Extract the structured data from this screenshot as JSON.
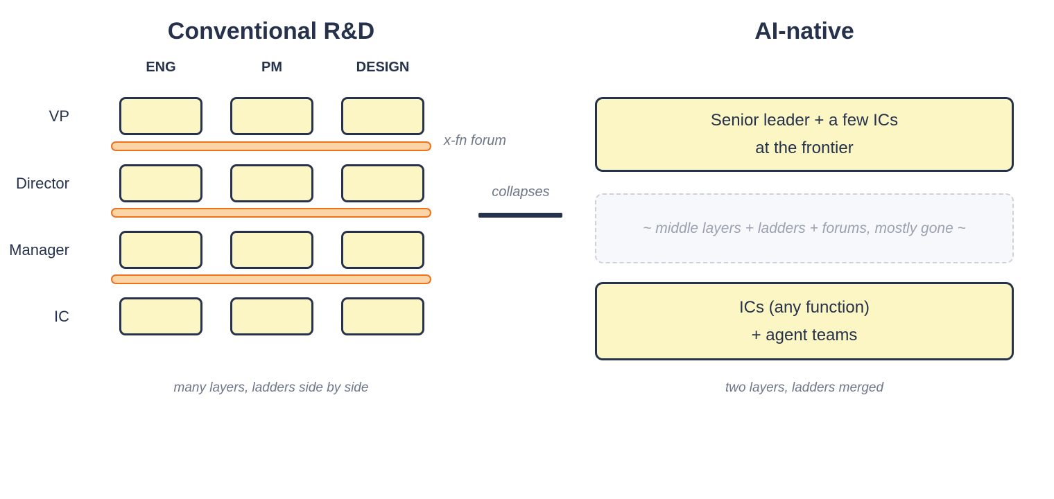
{
  "colors": {
    "navy": "#26324B",
    "box_yellow": "#FBF6C3",
    "forum_fill": "#FBD5A5",
    "forum_border": "#F2711C",
    "muted_text": "#6E7789",
    "ghost_fill": "#F7F8FB",
    "ghost_border": "#CCD1DA",
    "ghost_text": "#9AA1B0"
  },
  "left": {
    "title": "Conventional R&D",
    "columns": [
      "ENG",
      "PM",
      "DESIGN"
    ],
    "rows": [
      "VP",
      "Director",
      "Manager",
      "IC"
    ],
    "forum_label": "x-fn forum",
    "caption": "many layers, ladders side by side"
  },
  "middle": {
    "label": "collapses"
  },
  "right": {
    "title": "AI-native",
    "top_box": {
      "line1": "Senior leader + a few ICs",
      "line2": "at the frontier"
    },
    "middle_box_label": "~ middle layers + ladders + forums, mostly gone ~",
    "bottom_box": {
      "line1": "ICs (any function)",
      "line2": "+ agent teams"
    },
    "caption": "two layers, ladders merged"
  }
}
